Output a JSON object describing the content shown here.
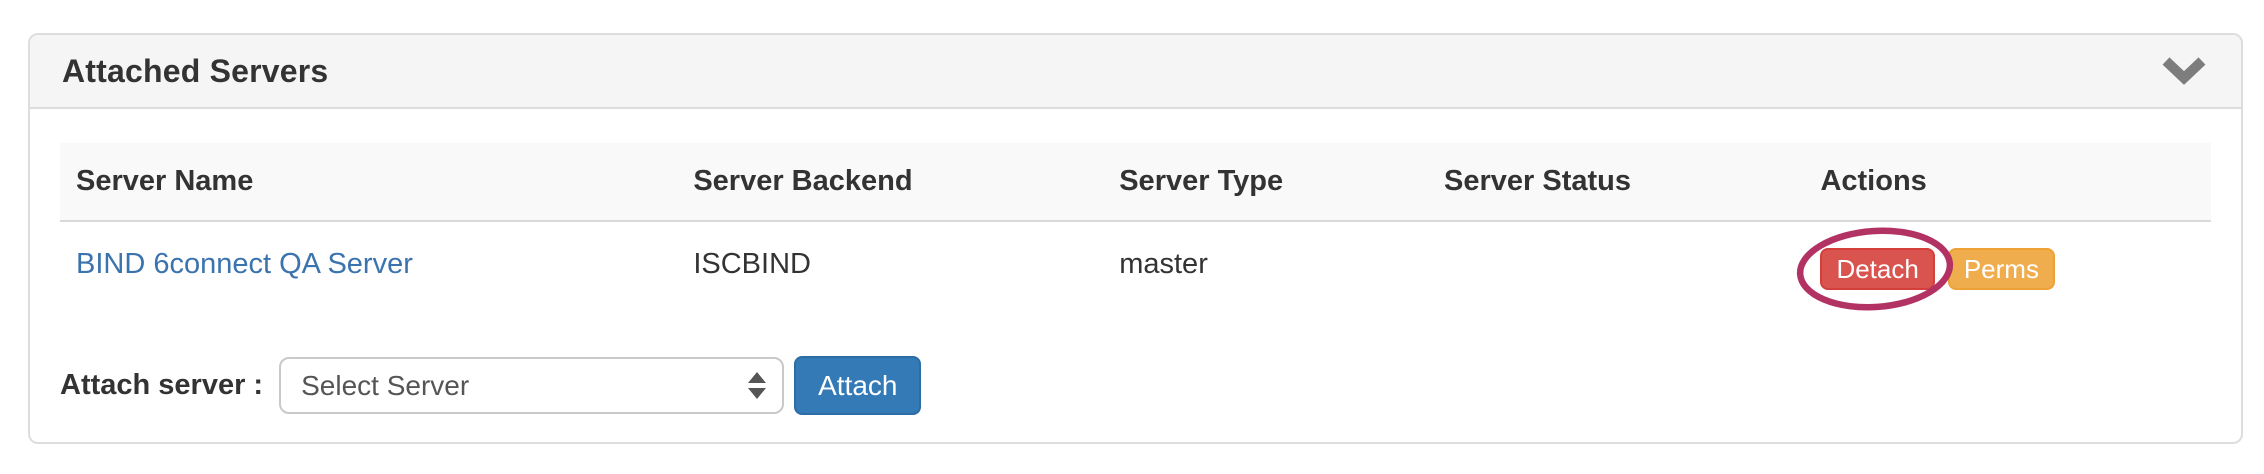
{
  "panel": {
    "title": "Attached Servers",
    "collapse_icon": "chevron-down-icon"
  },
  "table": {
    "columns": [
      "Server Name",
      "Server Backend",
      "Server Type",
      "Server Status",
      "Actions"
    ],
    "rows": [
      {
        "server_name": "BIND 6connect QA Server",
        "server_backend": "ISCBIND",
        "server_type": "master",
        "server_status": "",
        "actions": [
          {
            "label": "Detach",
            "style": "danger"
          },
          {
            "label": "Perms",
            "style": "warning"
          }
        ]
      }
    ]
  },
  "attach_form": {
    "label": "Attach server :",
    "select_value": "Select Server",
    "select_icon": "stepper-updown-icon",
    "attach_button": "Attach"
  },
  "annotation": {
    "type": "ellipse-highlight",
    "target": "Detach button",
    "color": "#b23363"
  },
  "colors": {
    "danger": "#d9534f",
    "warning": "#f0ad4e",
    "primary": "#337ab7",
    "link": "#3b73af",
    "panel_heading_bg": "#f5f5f5",
    "table_header_bg": "#f9f9f9",
    "border": "#dddddd",
    "annotation": "#b23363"
  }
}
